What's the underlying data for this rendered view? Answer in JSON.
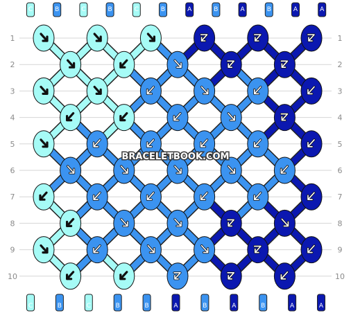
{
  "watermark": "BRACELETBOOK.COM",
  "colors": {
    "C": "#a6fbf6",
    "B": "#3b93f0",
    "A": "#0b18b0"
  },
  "top_letters": [
    "C",
    "B",
    "C",
    "B",
    "C",
    "B",
    "A",
    "B",
    "A",
    "B",
    "A",
    "A"
  ],
  "bottom_letters": [
    "C",
    "B",
    "C",
    "B",
    "B",
    "A",
    "B",
    "A",
    "B",
    "A",
    "A"
  ],
  "row_numbers": [
    "1",
    "2",
    "3",
    "4",
    "5",
    "6",
    "7",
    "8",
    "9",
    "10"
  ],
  "knot_rows": [
    [
      {
        "c": "C",
        "d": "R"
      },
      {
        "c": "C",
        "d": "R"
      },
      {
        "c": "C",
        "d": "R"
      },
      {
        "c": "A",
        "d": "B"
      },
      {
        "c": "A",
        "d": "B"
      },
      {
        "c": "A",
        "d": "B"
      }
    ],
    [
      {
        "c": "C",
        "d": "R"
      },
      {
        "c": "C",
        "d": "L"
      },
      {
        "c": "B",
        "d": "R"
      },
      {
        "c": "A",
        "d": "B"
      },
      {
        "c": "A",
        "d": "B"
      }
    ],
    [
      {
        "c": "C",
        "d": "R"
      },
      {
        "c": "C",
        "d": "R"
      },
      {
        "c": "B",
        "d": "L"
      },
      {
        "c": "B",
        "d": "R"
      },
      {
        "c": "B",
        "d": "L"
      },
      {
        "c": "A",
        "d": "L"
      }
    ],
    [
      {
        "c": "C",
        "d": "L"
      },
      {
        "c": "C",
        "d": "L"
      },
      {
        "c": "B",
        "d": "L"
      },
      {
        "c": "B",
        "d": "R"
      },
      {
        "c": "A",
        "d": "B"
      }
    ],
    [
      {
        "c": "C",
        "d": "R"
      },
      {
        "c": "B",
        "d": "L"
      },
      {
        "c": "B",
        "d": "L"
      },
      {
        "c": "B",
        "d": "L"
      },
      {
        "c": "B",
        "d": "L"
      },
      {
        "c": "A",
        "d": "L"
      }
    ],
    [
      {
        "c": "B",
        "d": "R"
      },
      {
        "c": "B",
        "d": "R"
      },
      {
        "c": "B",
        "d": "R"
      },
      {
        "c": "B",
        "d": "R"
      },
      {
        "c": "B",
        "d": "L"
      }
    ],
    [
      {
        "c": "C",
        "d": "L"
      },
      {
        "c": "B",
        "d": "L"
      },
      {
        "c": "B",
        "d": "L"
      },
      {
        "c": "B",
        "d": "L"
      },
      {
        "c": "B",
        "d": "L"
      },
      {
        "c": "A",
        "d": "L"
      }
    ],
    [
      {
        "c": "C",
        "d": "L"
      },
      {
        "c": "B",
        "d": "R"
      },
      {
        "c": "B",
        "d": "R"
      },
      {
        "c": "A",
        "d": "B"
      },
      {
        "c": "A",
        "d": "R"
      }
    ],
    [
      {
        "c": "C",
        "d": "R"
      },
      {
        "c": "B",
        "d": "L"
      },
      {
        "c": "B",
        "d": "R"
      },
      {
        "c": "B",
        "d": "R"
      },
      {
        "c": "A",
        "d": "B"
      },
      {
        "c": "A",
        "d": "L"
      }
    ],
    [
      {
        "c": "C",
        "d": "L"
      },
      {
        "c": "C",
        "d": "L"
      },
      {
        "c": "B",
        "d": "B"
      },
      {
        "c": "A",
        "d": "B"
      },
      {
        "c": "A",
        "d": "L"
      }
    ]
  ]
}
